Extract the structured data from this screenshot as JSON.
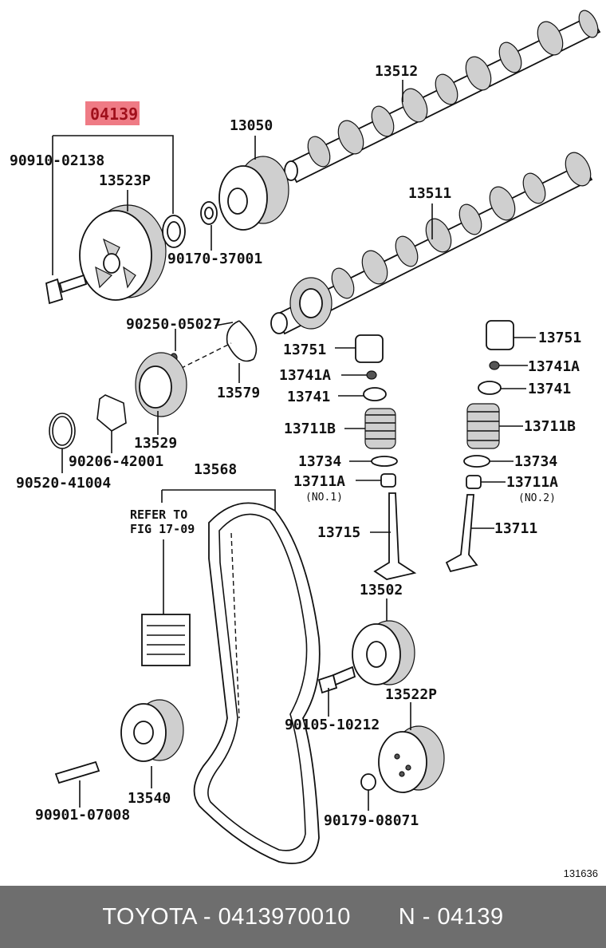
{
  "highlight_part": "04139",
  "figure_number": "131636",
  "footer": "TOYOTA - 0413970010       N - 04139",
  "note": {
    "line1": "REFER TO",
    "line2": "FIG 17-09"
  },
  "parts": {
    "p13512": "13512",
    "p13050": "13050",
    "p90910": "90910-02138",
    "p13523P": "13523P",
    "p13511": "13511",
    "p90170": "90170-37001",
    "p90250": "90250-05027",
    "p13751a": "13751",
    "p13751b": "13751",
    "p13741Aa": "13741A",
    "p13741Ab": "13741A",
    "p13741a": "13741",
    "p13741b": "13741",
    "p13579": "13579",
    "p13711Ba": "13711B",
    "p13711Bb": "13711B",
    "p13529": "13529",
    "p90206": "90206-42001",
    "p90520": "90520-41004",
    "p13734a": "13734",
    "p13734b": "13734",
    "p13568": "13568",
    "p13711Aa": "13711A",
    "p13711Ab": "13711A",
    "no1": "(NO.1)",
    "no2": "(NO.2)",
    "p13715": "13715",
    "p13711": "13711",
    "p13502": "13502",
    "p90105": "90105-10212",
    "p13522P": "13522P",
    "p13540": "13540",
    "p90901": "90901-07008",
    "p90179": "90179-08071"
  }
}
